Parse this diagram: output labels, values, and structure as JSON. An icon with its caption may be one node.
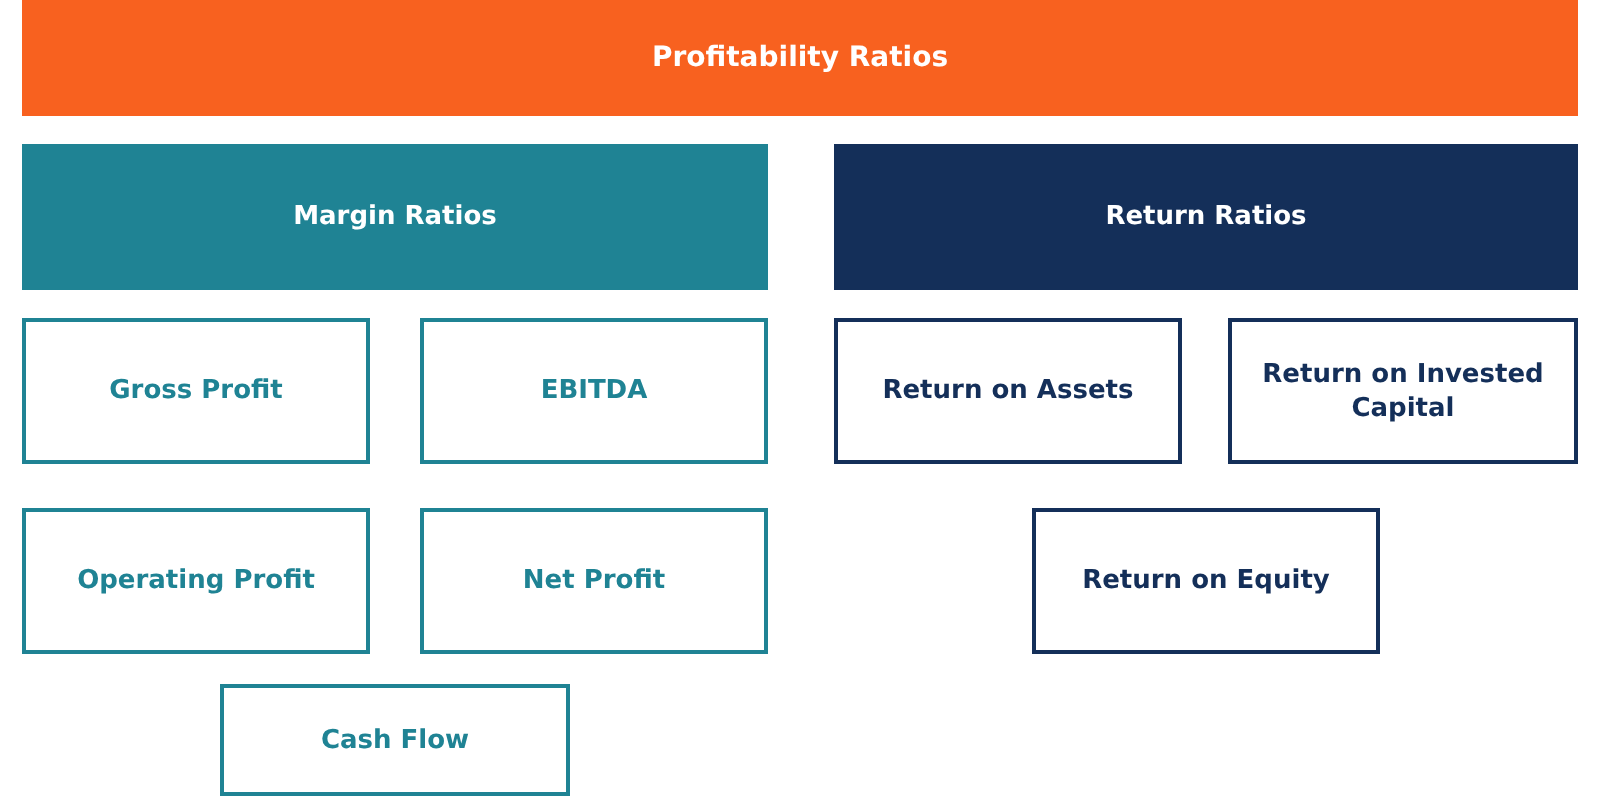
{
  "diagram": {
    "nodes": [
      {
        "text": [
          "Profitability Ratios"
        ]
      },
      {
        "text": [
          "Margin Ratios"
        ]
      },
      {
        "text": [
          "Return Ratios"
        ]
      },
      {
        "text": [
          "Gross Profit"
        ]
      },
      {
        "text": [
          "EBITDA"
        ]
      },
      {
        "text": [
          "Return on Assets"
        ]
      },
      {
        "text": [
          "Return on Invested Capital"
        ]
      },
      {
        "text": [
          "Operating Profit"
        ]
      },
      {
        "text": [
          "Net Profit"
        ]
      },
      {
        "text": [
          "Return on Equity"
        ]
      },
      {
        "text": [
          "Cash Flow"
        ]
      }
    ],
    "edges": []
  }
}
